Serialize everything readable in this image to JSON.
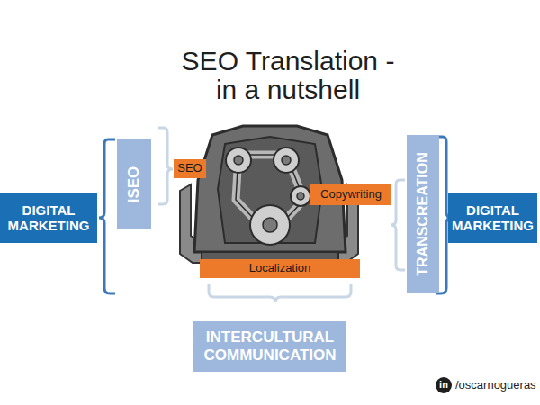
{
  "diagram": {
    "title": "SEO Translation - in a nutshell",
    "nodes": [
      {
        "text": [
          "DIGITAL MARKETING"
        ]
      },
      {
        "text": [
          "iSEO"
        ]
      },
      {
        "text": [
          "SEO"
        ]
      },
      {
        "text": [
          "Copywriting"
        ]
      },
      {
        "text": [
          "Localization"
        ]
      },
      {
        "text": [
          "TRANSCREATION"
        ]
      },
      {
        "text": [
          "DIGITAL MARKETING"
        ]
      },
      {
        "text": [
          "INTERCULTURAL COMMUNICATION"
        ]
      }
    ],
    "labels": [
      "in",
      "/oscarnogueras"
    ]
  }
}
